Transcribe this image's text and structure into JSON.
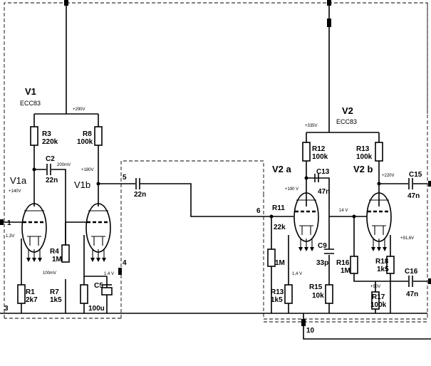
{
  "tubes": {
    "v1": {
      "name": "V1",
      "type": "ECC83",
      "half_a": "V1a",
      "half_b": "V1b"
    },
    "v2": {
      "name": "V2",
      "type": "ECC83",
      "half_a": "V2 a",
      "half_b": "V2 b"
    }
  },
  "components": {
    "R1": {
      "ref": "R1",
      "value": "2k7"
    },
    "R3": {
      "ref": "R3",
      "value": "220k"
    },
    "R4": {
      "ref": "R4",
      "value": "1M"
    },
    "R7": {
      "ref": "R7",
      "value": "1k5"
    },
    "R8": {
      "ref": "R8",
      "value": "100k"
    },
    "R11": {
      "ref": "R11",
      "value": "22k"
    },
    "R12": {
      "ref": "R12",
      "value": "100k"
    },
    "R13a": {
      "ref": "R13",
      "value": "100k"
    },
    "R13b": {
      "ref": "R13",
      "value": "1k5"
    },
    "R15": {
      "ref": "R15",
      "value": "10k"
    },
    "R16": {
      "ref": "R16",
      "value": "1M"
    },
    "R17": {
      "ref": "R17",
      "value": "100k"
    },
    "R18": {
      "ref": "R18",
      "value": "1k5"
    },
    "Rgrid2": {
      "value": "1M"
    },
    "C2": {
      "ref": "C2",
      "value": "22n"
    },
    "C5": {
      "ref": "C5",
      "value": "100u"
    },
    "Ccpl": {
      "value": "22n"
    },
    "C9": {
      "ref": "C9",
      "value": "33p"
    },
    "C13": {
      "ref": "C13",
      "value": "47n"
    },
    "C15": {
      "ref": "C15",
      "value": "47n"
    },
    "C16": {
      "ref": "C16",
      "value": "47n"
    }
  },
  "voltages": {
    "v290": "+290V",
    "v180": "+180V",
    "v140": "+140V",
    "v13": "1,3V",
    "v200mv": "200mV",
    "v100mv": "100mV",
    "v14": "1,4 V",
    "v335": "+335V",
    "v190": "+190 V",
    "v220": "+220V",
    "v14b": "14 V",
    "v916": "+91,6V",
    "v90": "+90V",
    "v14c": "1,4 V"
  },
  "nodes": {
    "n1": "1",
    "n3": "3",
    "n4": "4",
    "n5": "5",
    "n6": "6",
    "n10": "10"
  }
}
